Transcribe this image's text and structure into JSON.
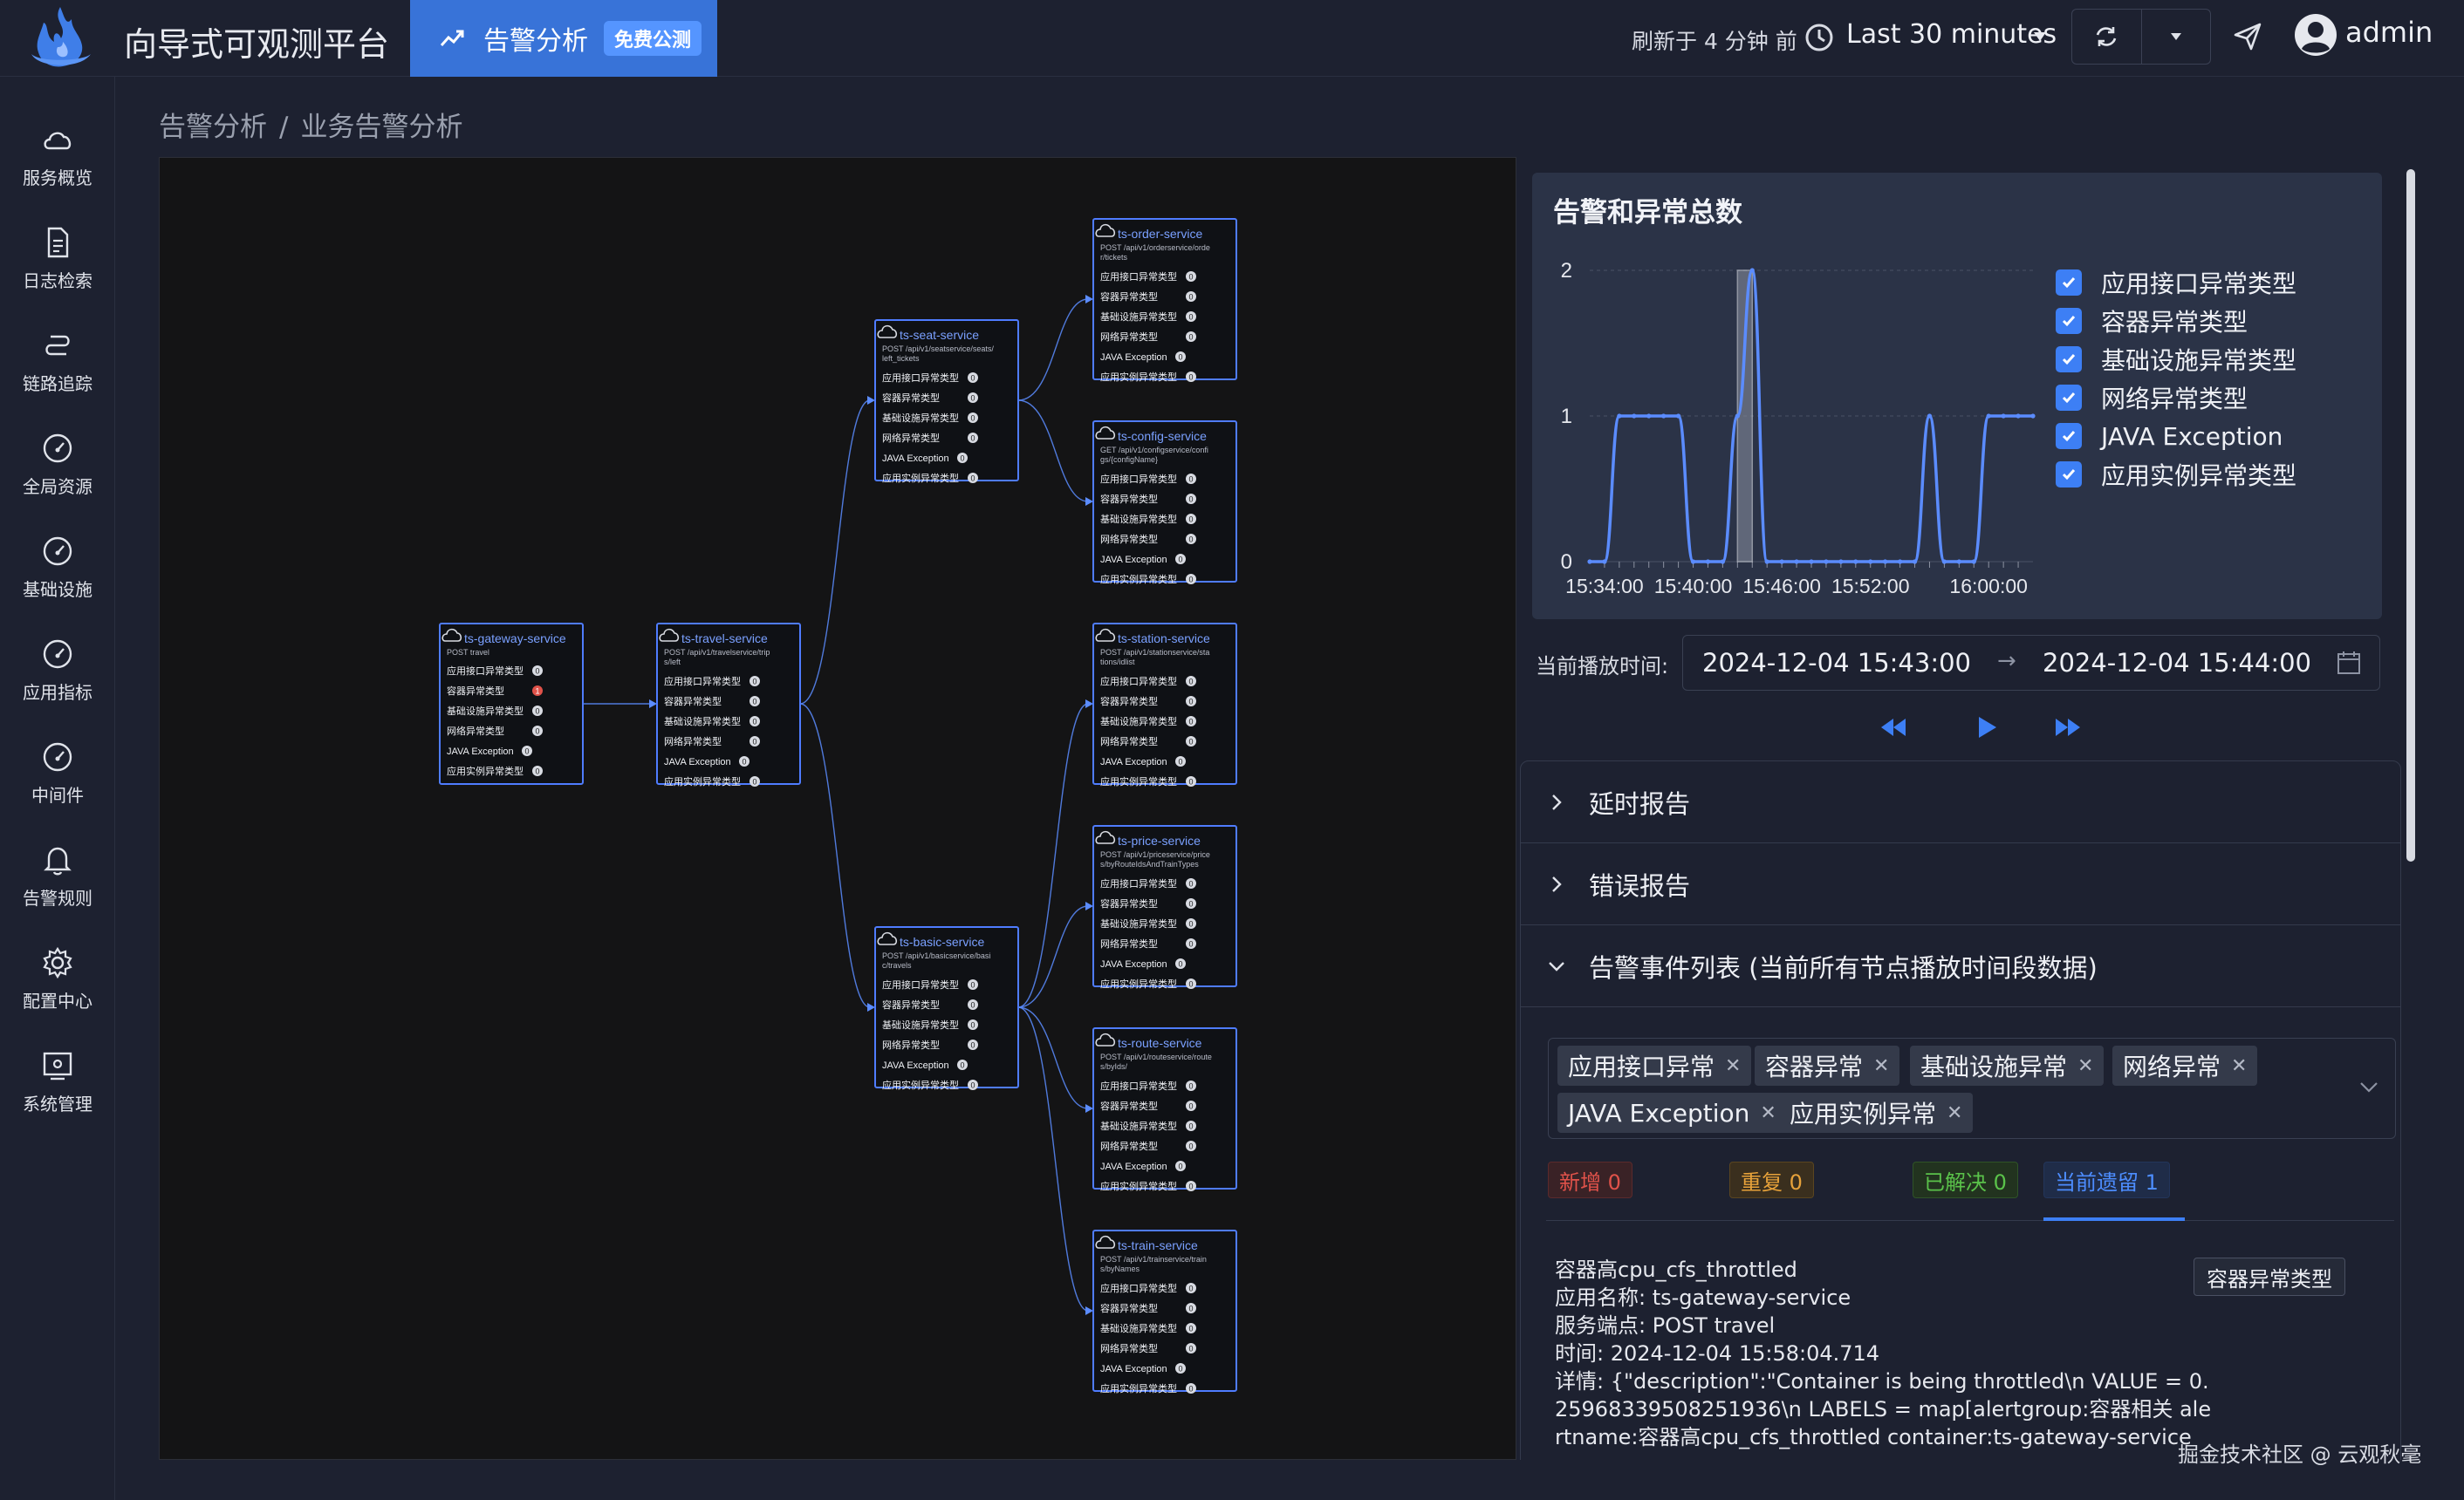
{
  "app": {
    "title": "向导式可观测平台",
    "nav_tab_label": "告警分析",
    "nav_tab_badge": "免费公测",
    "refresh_text": "刷新于 4 分钟 前",
    "time_range": "Last 30 minutes",
    "username": "admin"
  },
  "colors": {
    "accent": "#3873d8",
    "checkbox": "#3d7ff5",
    "node_border": "#4f7cff",
    "line": "#5b8cff"
  },
  "sidebar": {
    "items": [
      {
        "label": "服务概览",
        "icon": "cloud-icon"
      },
      {
        "label": "日志检索",
        "icon": "document-icon"
      },
      {
        "label": "链路追踪",
        "icon": "route-icon"
      },
      {
        "label": "全局资源",
        "icon": "gauge-icon"
      },
      {
        "label": "基础设施",
        "icon": "gauge-icon"
      },
      {
        "label": "应用指标",
        "icon": "gauge-icon"
      },
      {
        "label": "中间件",
        "icon": "gauge-icon"
      },
      {
        "label": "告警规则",
        "icon": "bell-icon"
      },
      {
        "label": "配置中心",
        "icon": "gear-icon"
      },
      {
        "label": "系统管理",
        "icon": "admin-icon"
      }
    ]
  },
  "breadcrumb": {
    "first": "告警分析",
    "sep": "/",
    "second": "业务告警分析"
  },
  "graph": {
    "nodes": [
      {
        "id": "gateway",
        "name": "ts-gateway-service",
        "endpoint": [
          "POST travel"
        ],
        "alert_index": 1
      },
      {
        "id": "travel",
        "name": "ts-travel-service",
        "endpoint": [
          "POST /api/v1/travelservice/trip",
          "s/left"
        ],
        "alert_index": -1
      },
      {
        "id": "seat",
        "name": "ts-seat-service",
        "endpoint": [
          "POST /api/v1/seatservice/seats/",
          "left_tickets"
        ],
        "alert_index": -1
      },
      {
        "id": "basic",
        "name": "ts-basic-service",
        "endpoint": [
          "POST /api/v1/basicservice/basi",
          "c/travels"
        ],
        "alert_index": -1
      },
      {
        "id": "order",
        "name": "ts-order-service",
        "endpoint": [
          "POST /api/v1/orderservice/orde",
          "r/tickets"
        ],
        "alert_index": -1
      },
      {
        "id": "config",
        "name": "ts-config-service",
        "endpoint": [
          "GET /api/v1/configservice/confi",
          "gs/{configName}"
        ],
        "alert_index": -1
      },
      {
        "id": "station",
        "name": "ts-station-service",
        "endpoint": [
          "POST /api/v1/stationservice/sta",
          "tions/idlist"
        ],
        "alert_index": -1
      },
      {
        "id": "price",
        "name": "ts-price-service",
        "endpoint": [
          "POST /api/v1/priceservice/price",
          "s/byRouteIdsAndTrainTypes"
        ],
        "alert_index": -1
      },
      {
        "id": "route",
        "name": "ts-route-service",
        "endpoint": [
          "POST /api/v1/routeservice/route",
          "s/byIds/"
        ],
        "alert_index": -1
      },
      {
        "id": "train",
        "name": "ts-train-service",
        "endpoint": [
          "POST /api/v1/trainservice/train",
          "s/byNames"
        ],
        "alert_index": -1
      }
    ],
    "gateway_rows": [
      "应用接口异常类型",
      "容器异常类型",
      "基础设施异常类型",
      "网络异常类型",
      "JAVA Exception",
      "应用实例异常类型"
    ],
    "rows": [
      "应用接口异常类型",
      "容器异常类型",
      "基础设施异常类型",
      "网络异常类型",
      "JAVA Exception",
      "应用实例异常类型"
    ],
    "count_zero": "0",
    "count_alert": "1",
    "edges": [
      [
        "gateway",
        "travel"
      ],
      [
        "travel",
        "seat"
      ],
      [
        "travel",
        "basic"
      ],
      [
        "seat",
        "order"
      ],
      [
        "seat",
        "config"
      ],
      [
        "basic",
        "station"
      ],
      [
        "basic",
        "price"
      ],
      [
        "basic",
        "route"
      ],
      [
        "basic",
        "train"
      ]
    ]
  },
  "alerts_chart": {
    "title": "告警和异常总数",
    "legend": [
      "应用接口异常类型",
      "容器异常类型",
      "基础设施异常类型",
      "网络异常类型",
      "JAVA Exception",
      "应用实例异常类型"
    ]
  },
  "chart_data": {
    "type": "line",
    "title": "告警和异常总数",
    "x_tick_labels": [
      "15:34:00",
      "15:40:00",
      "15:46:00",
      "15:52:00",
      "16:00:00"
    ],
    "y_tick_labels": [
      "0",
      "1",
      "2"
    ],
    "ylim": [
      0,
      2
    ],
    "x_minutes_range": [
      "15:33",
      "16:03"
    ],
    "x": [
      "15:33",
      "15:34",
      "15:35",
      "15:36",
      "15:37",
      "15:38",
      "15:39",
      "15:40",
      "15:41",
      "15:42",
      "15:43",
      "15:44",
      "15:45",
      "15:46",
      "15:47",
      "15:48",
      "15:49",
      "15:50",
      "15:51",
      "15:52",
      "15:53",
      "15:54",
      "15:55",
      "15:56",
      "15:57",
      "15:58",
      "15:59",
      "16:00",
      "16:01",
      "16:02",
      "16:03"
    ],
    "series": [
      {
        "values": [
          0,
          0,
          1,
          1,
          1,
          1,
          1,
          0,
          0,
          0,
          1,
          2,
          0,
          0,
          0,
          0,
          0,
          0,
          0,
          0,
          0,
          0,
          0,
          1,
          0,
          0,
          0,
          1,
          1,
          1,
          1
        ]
      }
    ],
    "highlight_range": [
      "15:43:00",
      "15:44:00"
    ],
    "grid": true,
    "legend_position": "right"
  },
  "playback": {
    "label": "当前播放时间:",
    "from": "2024-12-04 15:43:00",
    "arrow": "→",
    "to": "2024-12-04 15:44:00"
  },
  "collapses": [
    {
      "label": "延时报告",
      "open": false
    },
    {
      "label": "错误报告",
      "open": false
    },
    {
      "label": "告警事件列表 (当前所有节点播放时间段数据)",
      "open": true
    }
  ],
  "filter_tags": [
    "应用接口异常",
    "容器异常",
    "基础设施异常",
    "网络异常",
    "JAVA Exception",
    "应用实例异常"
  ],
  "status_tabs": [
    {
      "label": "新增 0",
      "color": "#e0524a",
      "bg": "#3a2226",
      "border": "#5b2a2c"
    },
    {
      "label": "重复 0",
      "color": "#e7a23a",
      "bg": "#3a2f1e",
      "border": "#5a4520"
    },
    {
      "label": "已解决 0",
      "color": "#5ac24a",
      "bg": "#22331f",
      "border": "#2f5327"
    },
    {
      "label": "当前遗留 1",
      "color": "#4d8dff",
      "bg": "#1f2c48",
      "border": "#23355a"
    }
  ],
  "event": {
    "title": "容器高cpu_cfs_throttled",
    "app_name": "应用名称: ts-gateway-service",
    "endpoint": "服务端点: POST travel",
    "time": "时间: 2024-12-04 15:58:04.714",
    "detail": "详情: {\"description\":\"Container is being throttled\\n VALUE = 0.25968339508251936\\n LABELS = map[alertgroup:容器相关 alertname:容器高cpu_cfs_throttled container:ts-gateway-service",
    "type_badge": "容器异常类型"
  },
  "watermark": "掘金技术社区 @ 云观秋毫"
}
